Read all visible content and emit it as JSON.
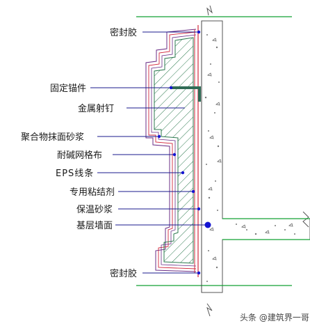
{
  "labels": {
    "sealant_top": "密封胶",
    "anchor": "固定锚件",
    "nail": "金属射钉",
    "polymer_mortar": "聚合物抹面砂浆",
    "mesh": "耐碱网格布",
    "eps": "EPS线条",
    "adhesive": "专用粘结剂",
    "insulation_mortar": "保温砂浆",
    "base_wall": "基层墙面",
    "sealant_bottom": "密封胶"
  },
  "watermark": "头条 @建筑界一哥",
  "colors": {
    "leader": "#1a1a8c",
    "dot": "#1414d2",
    "hatch": "#2d7a4f",
    "outline_purple": "#6a2d86",
    "outline_red": "#d2283c",
    "green_line": "#12a033",
    "anchor": "#2f6b55",
    "concrete": "#555555"
  }
}
